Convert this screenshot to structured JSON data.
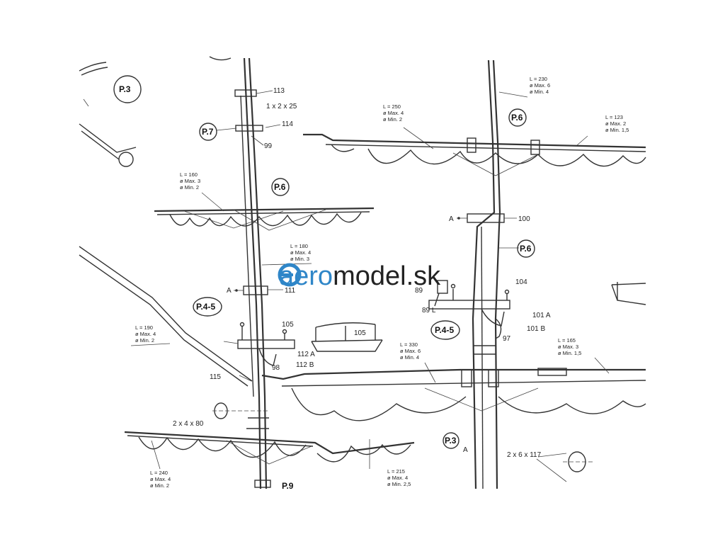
{
  "watermark": {
    "brand_a": "aero",
    "brand_b": "model",
    "brand_c": ".sk",
    "color_a": "#2f86c8",
    "color_b": "#222222"
  },
  "tags": {
    "p3": "P.3",
    "p7": "P.7",
    "p6": "P.6",
    "p45": "P.4-5",
    "p9": "P.9"
  },
  "labels": {
    "n113": "113",
    "n114": "114",
    "n99": "99",
    "n1x2x25": "1 x 2 x 25",
    "n111": "111",
    "a": "A",
    "n105": "105",
    "n112a": "112 A",
    "n112b": "112 B",
    "n98": "98",
    "n115": "115",
    "n2x4x80": "2 x 4 x 80",
    "n100": "100",
    "n89": "89",
    "n89l": "89 L",
    "n104": "104",
    "n101a": "101 A",
    "n101b": "101 B",
    "n97": "97",
    "n2x6x117": "2 x 6 x 117"
  },
  "specs": {
    "s230": [
      "L = 230",
      "ø Max. 6",
      "ø Min. 4"
    ],
    "s250": [
      "L = 250",
      "ø Max. 4",
      "ø Min. 2"
    ],
    "s123": [
      "L = 123",
      "ø Max. 2",
      "ø Min. 1,5"
    ],
    "s160": [
      "L = 160",
      "ø Max. 3",
      "ø Min. 2"
    ],
    "s180": [
      "L = 180",
      "ø Max. 4",
      "ø Min. 3"
    ],
    "s190": [
      "L = 190",
      "ø Max. 4",
      "ø Min. 2"
    ],
    "s330": [
      "L = 330",
      "ø Max. 6",
      "ø Min. 4"
    ],
    "s165": [
      "L = 165",
      "ø Max. 3",
      "ø Min. 1,5"
    ],
    "s240": [
      "L = 240",
      "ø Max. 4",
      "ø Min. 2"
    ],
    "s215": [
      "L = 215",
      "ø Max. 4",
      "ø Min. 2,5"
    ]
  }
}
